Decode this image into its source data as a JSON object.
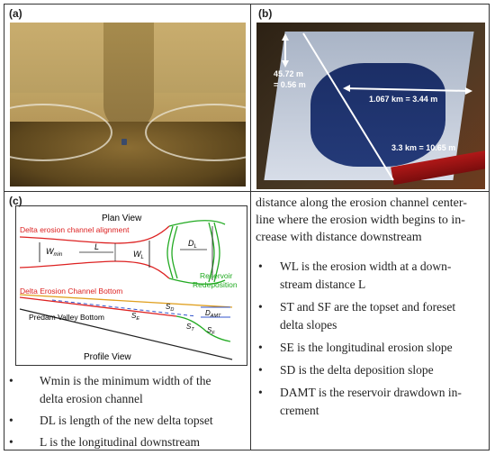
{
  "panel_a": {
    "label": "(a)"
  },
  "panel_b": {
    "label": "(b)",
    "annotations": {
      "height_top": "45.72 m",
      "height_bottom": "= 0.56 m",
      "width": "1.067 km = 3.44 m",
      "length": "3.3 km = 10.65 m"
    }
  },
  "panel_c": {
    "label": "(c)",
    "plan_view": "Plan View",
    "alignment": "Delta erosion channel alignment",
    "w_min": "W",
    "w_min_sub": "min",
    "l": "L",
    "w_l": "W",
    "w_l_sub": "L",
    "d_l": "D",
    "d_l_sub": "L",
    "redeposition_1": "Reservoir",
    "redeposition_2": "Redeposition",
    "channel_bottom": "Delta Erosion Channel Bottom",
    "s_d": "S",
    "s_d_sub": "D",
    "s_e": "S",
    "s_e_sub": "E",
    "s_t": "S",
    "s_t_sub": "T",
    "s_f": "S",
    "s_f_sub": "F",
    "d_amt": "D",
    "d_amt_sub": "AMT",
    "predam": "Predam Valley Bottom",
    "profile_view": "Profile View"
  },
  "left_text": {
    "b1_line1": "Wmin is the minimum width of the",
    "b1_line2": "delta erosion channel",
    "b2": "DL is length of the new delta topset",
    "b3": "L is the longitudinal downstream"
  },
  "right_text": {
    "p_line1": "distance along the erosion channel center-",
    "p_line2": "line where the erosion width begins to in-",
    "p_line3": "crease with distance downstream",
    "b1_line1": "WL is the erosion width at a down-",
    "b1_line2": "stream distance L",
    "b2_line1": "ST and SF are the topset and foreset",
    "b2_line2": "delta slopes",
    "b3": "SE is the longitudinal erosion slope",
    "b4": "SD is the delta deposition slope",
    "b5_line1": "DAMT is the reservoir drawdown in-",
    "b5_line2": "crement"
  },
  "bullet_symbol": "•"
}
